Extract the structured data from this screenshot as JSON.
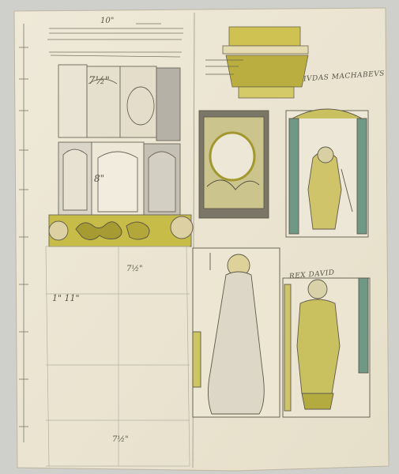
{
  "sheet": {
    "colors": {
      "paper": "#ece7d6",
      "mount": "#cfd0cc",
      "ink": "#6b6558",
      "ochre": "#c9bf52",
      "gold": "#b7aa3c",
      "green": "#6f9886",
      "dark": "#4a463d"
    }
  },
  "inscriptions": {
    "maccabeus": "IVDAS MACHABEVS",
    "david": "REX DAVID"
  },
  "notes": {
    "size_top": "10\"",
    "size_a": "7½\"",
    "size_b": "8\"",
    "size_c": "1\" 11\"",
    "size_d": "7½\"",
    "size_e": "7½\""
  }
}
